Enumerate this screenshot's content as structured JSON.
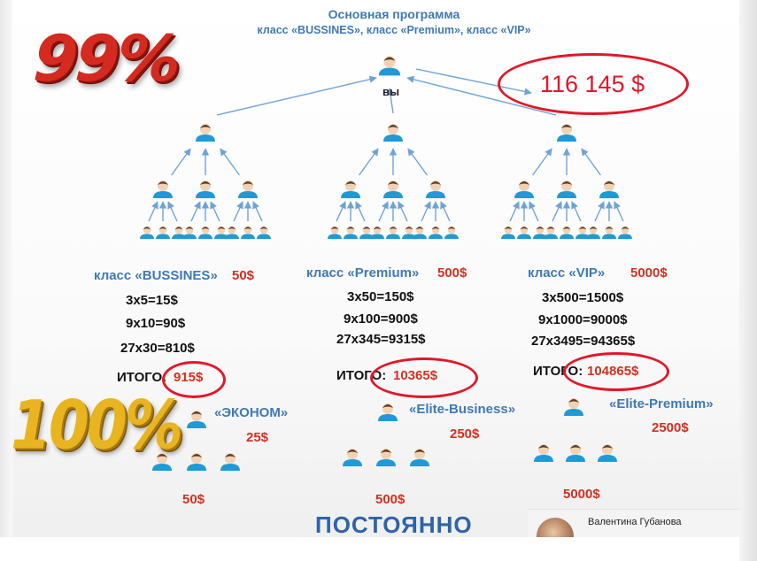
{
  "title": {
    "line1": "Основная программа",
    "line2": "класс «BUSSINES», класс «Premium», класс «VIP»"
  },
  "badges": {
    "percent_99": "99%",
    "percent_100": "100%"
  },
  "you_label": "вы",
  "total_amount": "116 145 $",
  "bottom_caption": "ПОСТОЯННО",
  "presenter_name": "Валентина Губанова",
  "columns": [
    {
      "class_label": "класс «BUSSINES»",
      "price": "50$",
      "calcs": [
        "3x5=15$",
        "9x10=90$",
        "27x30=810$"
      ],
      "total_label": "ИТОГО:",
      "total_value": "915$",
      "bonus_name": "«ЭКОНОМ»",
      "bonus_price": "25$",
      "bonus_total": "50$"
    },
    {
      "class_label": "класс «Premium»",
      "price": "500$",
      "calcs": [
        "3x50=150$",
        "9x100=900$",
        "27x345=9315$"
      ],
      "total_label": "ИТОГО:",
      "total_value": "10365$",
      "bonus_name": "«Elite-Business»",
      "bonus_price": "250$",
      "bonus_total": "500$"
    },
    {
      "class_label": "класс «VIP»",
      "price": "5000$",
      "calcs": [
        "3x500=1500$",
        "9x1000=9000$",
        "27x3495=94365$"
      ],
      "total_label": "ИТОГО:",
      "total_value": "104865$",
      "bonus_name": "«Elite-Premium»",
      "bonus_price": "2500$",
      "bonus_total": "5000$"
    }
  ],
  "colors": {
    "accent_blue": "#3f79b4",
    "accent_red": "#d23020",
    "ring_red": "#e0182a",
    "figure_blue": "#1f9ad6"
  }
}
